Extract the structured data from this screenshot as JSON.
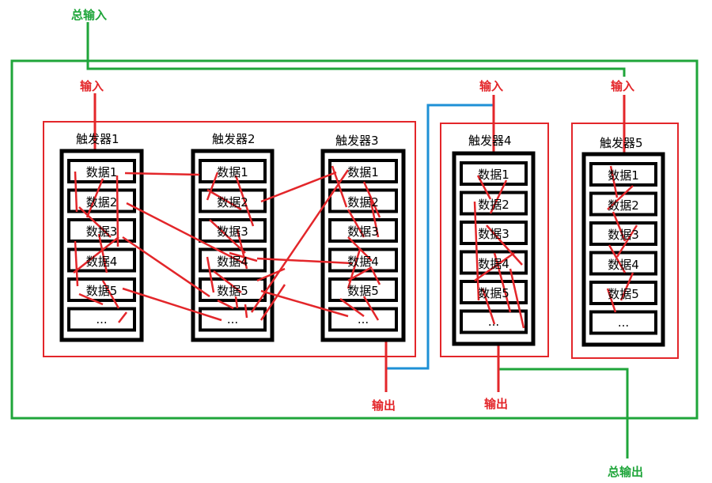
{
  "labels": {
    "total_input": "总输入",
    "total_output": "总输出",
    "input": "输入",
    "output": "输出"
  },
  "triggers": [
    {
      "title": "触发器1",
      "items": [
        "数据1",
        "数据2",
        "数据3",
        "数据4",
        "数据5",
        "..."
      ]
    },
    {
      "title": "触发器2",
      "items": [
        "数据1",
        "数据2",
        "数据3",
        "数据4",
        "数据5",
        "..."
      ]
    },
    {
      "title": "触发器3",
      "items": [
        "数据1",
        "数据2",
        "数据3",
        "数据4",
        "数据5",
        "..."
      ]
    },
    {
      "title": "触发器4",
      "items": [
        "数据1",
        "数据2",
        "数据3",
        "数据4",
        "数据5",
        "..."
      ]
    },
    {
      "title": "触发器5",
      "items": [
        "数据1",
        "数据2",
        "数据3",
        "数据4",
        "数据5",
        "..."
      ]
    }
  ],
  "colors": {
    "green": "#1fa53a",
    "red": "#e3262a",
    "blue": "#1e90d6",
    "black": "#000000"
  }
}
